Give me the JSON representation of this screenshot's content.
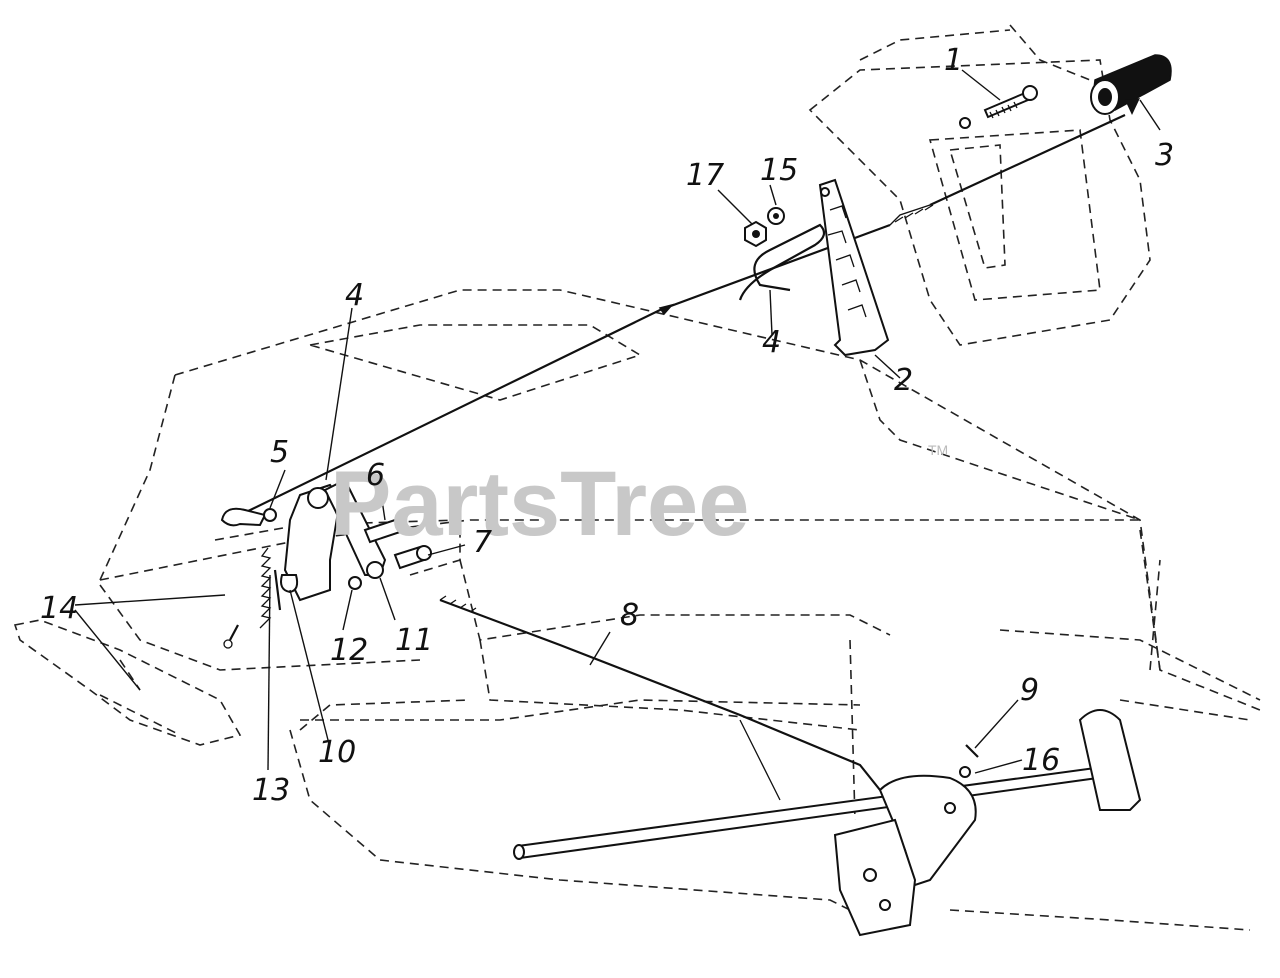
{
  "watermark": {
    "text": "PartsTree",
    "trademark": "TM"
  },
  "callouts": [
    {
      "id": "1",
      "label": "1"
    },
    {
      "id": "2",
      "label": "2"
    },
    {
      "id": "3",
      "label": "3"
    },
    {
      "id": "4a",
      "label": "4"
    },
    {
      "id": "4b",
      "label": "4"
    },
    {
      "id": "5",
      "label": "5"
    },
    {
      "id": "6",
      "label": "6"
    },
    {
      "id": "7",
      "label": "7"
    },
    {
      "id": "8",
      "label": "8"
    },
    {
      "id": "9",
      "label": "9"
    },
    {
      "id": "10",
      "label": "10"
    },
    {
      "id": "11",
      "label": "11"
    },
    {
      "id": "12",
      "label": "12"
    },
    {
      "id": "13",
      "label": "13"
    },
    {
      "id": "14",
      "label": "14"
    },
    {
      "id": "15",
      "label": "15"
    },
    {
      "id": "16",
      "label": "16"
    },
    {
      "id": "17",
      "label": "17"
    }
  ]
}
